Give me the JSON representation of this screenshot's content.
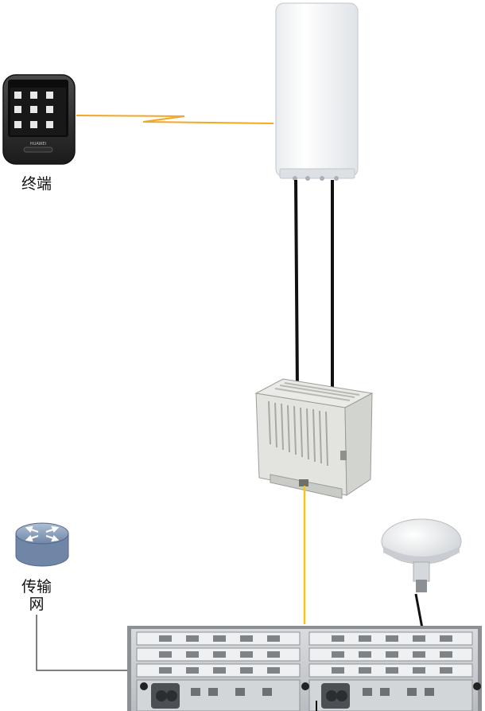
{
  "labels": {
    "terminal": "终端",
    "transport_line1": "传输",
    "transport_line2": "网"
  },
  "phone": {
    "brand": "HUAWEI"
  },
  "colors": {
    "wireless_link": "#f5a623",
    "fiber_link": "#f5c518",
    "feeder_cable": "#111111",
    "ethernet_link": "#555555",
    "router_body": "#8fa9c7"
  },
  "icons": [
    "antenna-panel-icon",
    "mobile-terminal-icon",
    "rru-unit-icon",
    "gps-antenna-icon",
    "router-icon",
    "bbu-chassis-icon"
  ]
}
